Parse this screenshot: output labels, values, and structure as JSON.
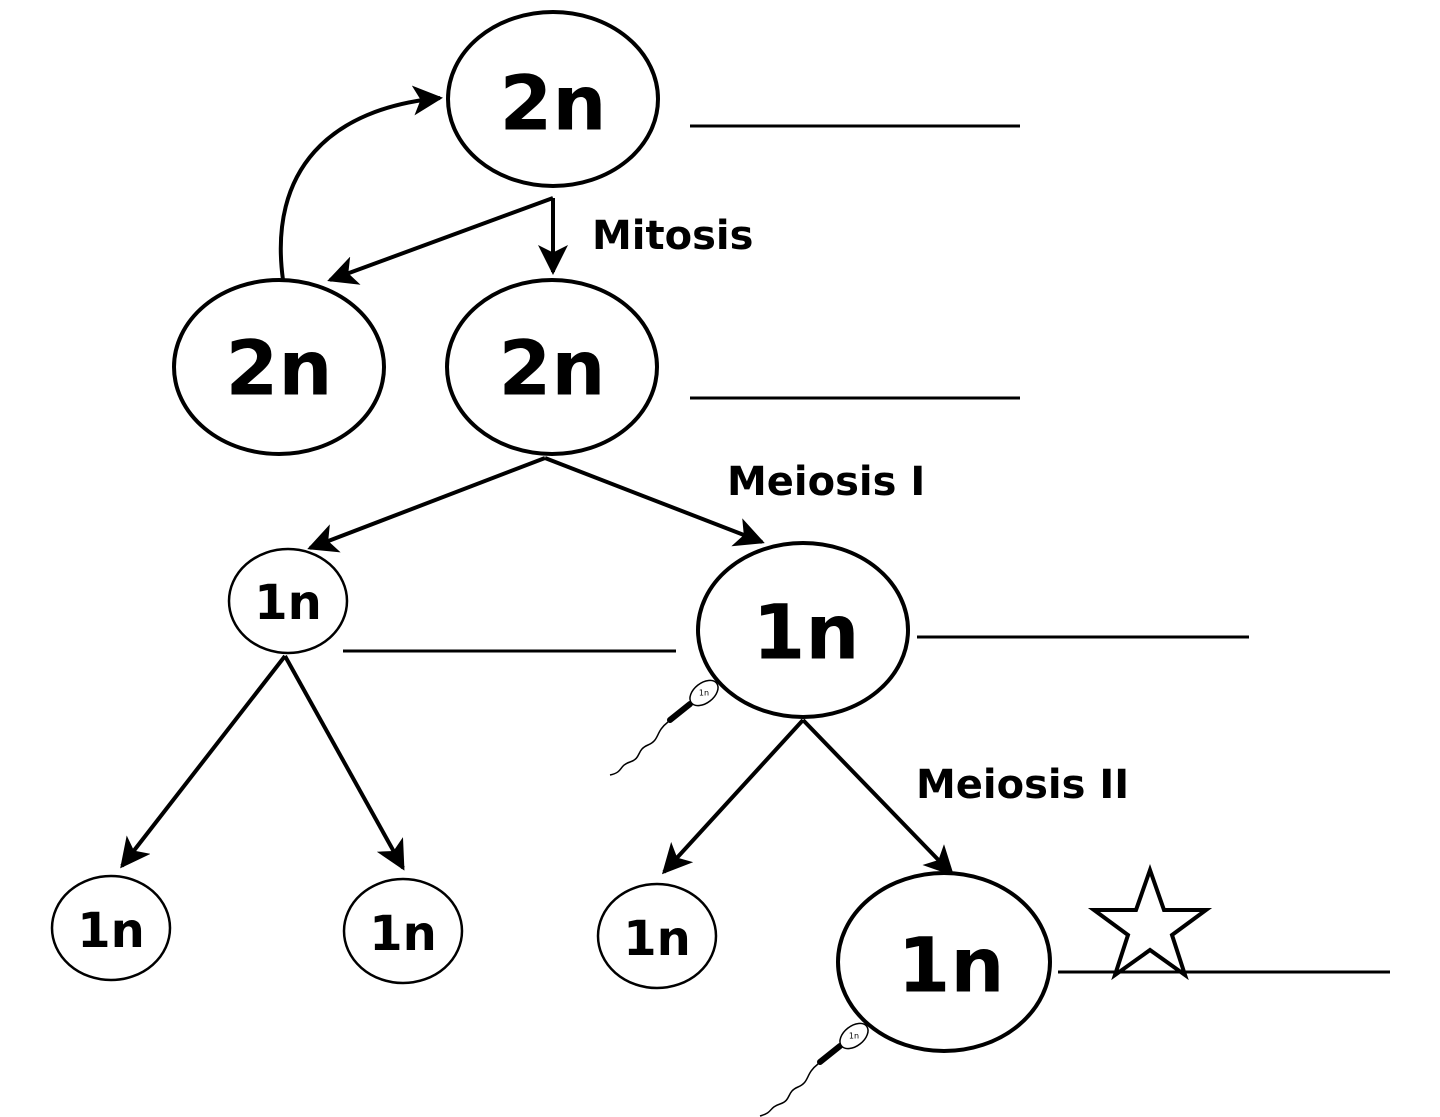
{
  "cells": {
    "top": "2n",
    "mitosis_left": "2n",
    "mitosis_right": "2n",
    "meiosis1_left": "1n",
    "meiosis1_right": "1n",
    "meiosis2_left_a": "1n",
    "meiosis2_left_b": "1n",
    "meiosis2_right_a": "1n",
    "meiosis2_right_b": "1n"
  },
  "labels": {
    "mitosis": "Mitosis",
    "meiosis_1": "Meiosis I",
    "meiosis_2": "Meiosis II"
  },
  "sperm_label": "1n"
}
